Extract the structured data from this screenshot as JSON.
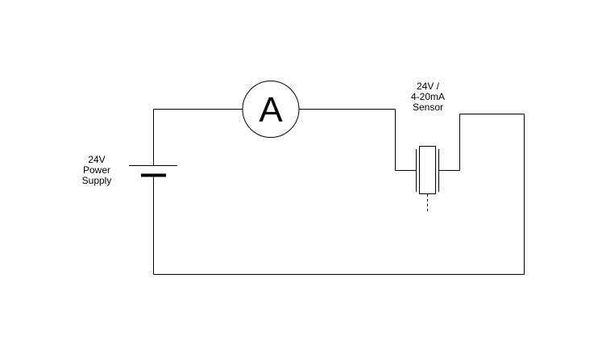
{
  "diagram": {
    "supply_label": [
      "24V",
      "Power",
      "Supply"
    ],
    "sensor_label": [
      "24V /",
      "4-20mA",
      "Sensor"
    ],
    "ammeter_symbol": "A",
    "line_color": "#000000",
    "background": "#ffffff"
  }
}
